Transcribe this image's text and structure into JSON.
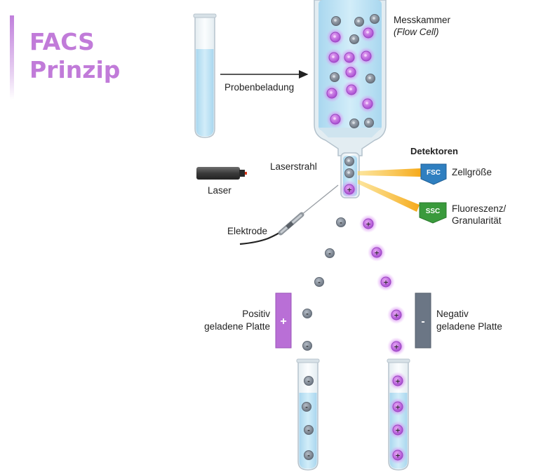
{
  "title": {
    "line1": "FACS",
    "line2": "Prinzip"
  },
  "labels": {
    "sample_loading": "Probenbeladung",
    "flow_cell": "Messkammer",
    "flow_cell_sub": "(Flow Cell)",
    "detectors": "Detektoren",
    "laser_beam": "Laserstrahl",
    "laser": "Laser",
    "electrode": "Elektrode",
    "cell_size": "Zellgröße",
    "fluorescence_1": "Fluoreszenz/",
    "fluorescence_2": "Granularität",
    "positive_plate_1": "Positiv",
    "positive_plate_2": "geladene Platte",
    "negative_plate_1": "Negativ",
    "negative_plate_2": "geladene Platte"
  },
  "detector_tags": {
    "fsc": "FSC",
    "ssc": "SSC"
  },
  "plate_signs": {
    "positive": "+",
    "negative": "-"
  },
  "colors": {
    "title": "#c17bd9",
    "fluorescent_cell": "#c84fe0",
    "plain_cell": "#7d8590",
    "positive_plate": "#b96fd6",
    "negative_plate": "#6b7685",
    "fsc": "#2f7fc0",
    "ssc": "#3a9a3c",
    "liquid": "#bfe3f4",
    "beam": "#f7b716"
  }
}
